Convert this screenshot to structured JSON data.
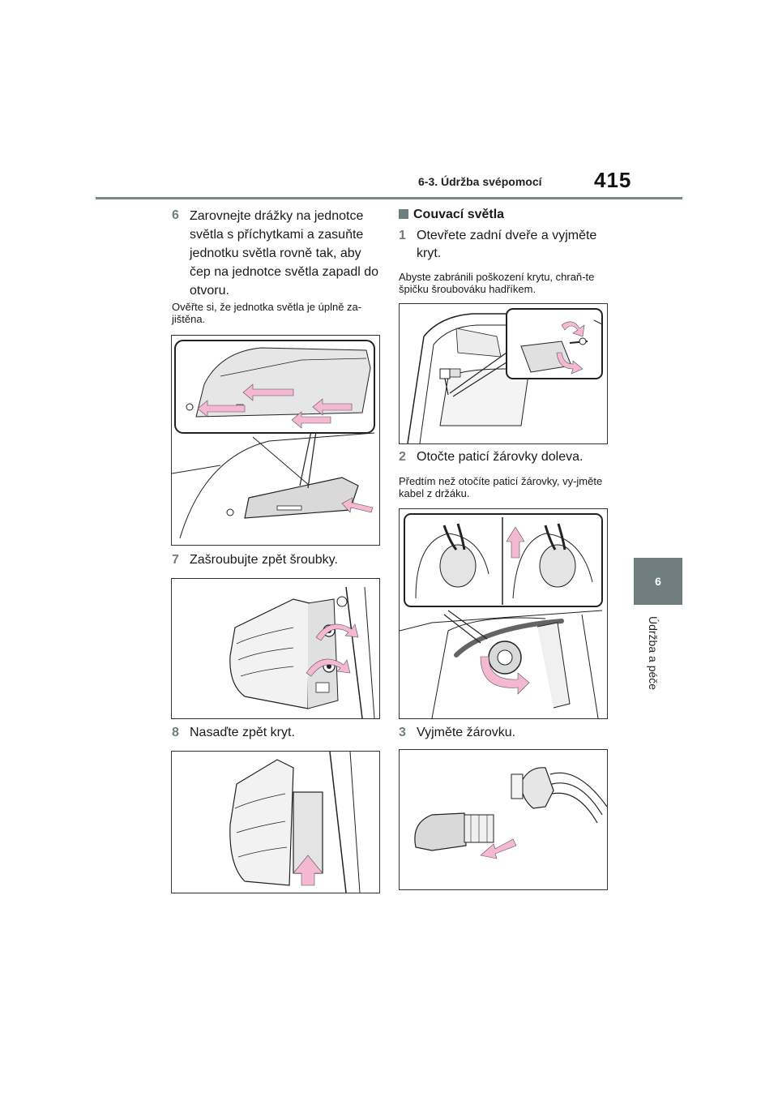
{
  "header": {
    "section": "6-3. Údržba svépomocí",
    "page_number": "415"
  },
  "side_tab": {
    "number": "6",
    "label": "Údržba a péče"
  },
  "left_column": {
    "step6": {
      "number": "6",
      "text": "Zarovnejte drážky na jednotce světla s příchytkami a zasuňte jednotku světla rovně tak, aby čep na jednotce světla zapadl do otvoru."
    },
    "step6_note": "Ověřte si, že jednotka světla je úplně za-jištěna.",
    "step7": {
      "number": "7",
      "text": "Zašroubujte zpět šroubky."
    },
    "step8": {
      "number": "8",
      "text": "Nasaďte zpět kryt."
    }
  },
  "right_column": {
    "subheading": "Couvací světla",
    "step1": {
      "number": "1",
      "text": "Otevřete zadní dveře a vyjměte kryt."
    },
    "step1_note": "Abyste zabránili poškození krytu, chraň-te špičku šroubováku hadříkem.",
    "step2": {
      "number": "2",
      "text": "Otočte paticí žárovky doleva."
    },
    "step2_note": "Předtím než otočíte paticí žárovky, vy-jměte kabel z držáku.",
    "step3": {
      "number": "3",
      "text": "Vyjměte žárovku."
    }
  },
  "colors": {
    "accent": "#6f7f7f",
    "arrow": "#f4b8d2",
    "rule": "#7a8a8a"
  }
}
